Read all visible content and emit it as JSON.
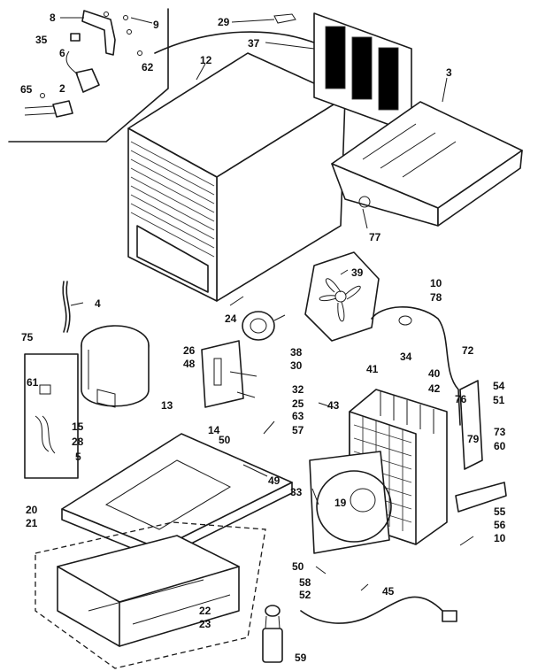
{
  "labels": [
    {
      "id": "L8",
      "text": "8"
    },
    {
      "id": "L9",
      "text": "9"
    },
    {
      "id": "L35",
      "text": "35"
    },
    {
      "id": "L6",
      "text": "6"
    },
    {
      "id": "L62",
      "text": "62"
    },
    {
      "id": "L2",
      "text": "2"
    },
    {
      "id": "L65",
      "text": "65"
    },
    {
      "id": "L29",
      "text": "29"
    },
    {
      "id": "L37",
      "text": "37"
    },
    {
      "id": "L12",
      "text": "12"
    },
    {
      "id": "L3",
      "text": "3"
    },
    {
      "id": "L77",
      "text": "77"
    },
    {
      "id": "L4",
      "text": "4"
    },
    {
      "id": "L75",
      "text": "75"
    },
    {
      "id": "L61",
      "text": "61"
    },
    {
      "id": "L15",
      "text": "15"
    },
    {
      "id": "L28",
      "text": "28"
    },
    {
      "id": "L5",
      "text": "5"
    },
    {
      "id": "L20",
      "text": "20"
    },
    {
      "id": "L21",
      "text": "21"
    },
    {
      "id": "L24",
      "text": "24"
    },
    {
      "id": "L26",
      "text": "26"
    },
    {
      "id": "L48",
      "text": "48"
    },
    {
      "id": "L13",
      "text": "13"
    },
    {
      "id": "L14",
      "text": "14"
    },
    {
      "id": "L50a",
      "text": "50"
    },
    {
      "id": "L49",
      "text": "49"
    },
    {
      "id": "L38",
      "text": "38"
    },
    {
      "id": "L30",
      "text": "30"
    },
    {
      "id": "L39",
      "text": "39"
    },
    {
      "id": "L32",
      "text": "32"
    },
    {
      "id": "L25",
      "text": "25"
    },
    {
      "id": "L63",
      "text": "63"
    },
    {
      "id": "L57",
      "text": "57"
    },
    {
      "id": "L10a",
      "text": "10"
    },
    {
      "id": "L78",
      "text": "78"
    },
    {
      "id": "L34",
      "text": "34"
    },
    {
      "id": "L41",
      "text": "41"
    },
    {
      "id": "L40",
      "text": "40"
    },
    {
      "id": "L42",
      "text": "42"
    },
    {
      "id": "L43",
      "text": "43"
    },
    {
      "id": "L72",
      "text": "72"
    },
    {
      "id": "L54",
      "text": "54"
    },
    {
      "id": "L51",
      "text": "51"
    },
    {
      "id": "L76",
      "text": "76"
    },
    {
      "id": "L79",
      "text": "79"
    },
    {
      "id": "L73",
      "text": "73"
    },
    {
      "id": "L60",
      "text": "60"
    },
    {
      "id": "L19",
      "text": "19"
    },
    {
      "id": "L33",
      "text": "33"
    },
    {
      "id": "L55",
      "text": "55"
    },
    {
      "id": "L56",
      "text": "56"
    },
    {
      "id": "L10b",
      "text": "10"
    },
    {
      "id": "L50b",
      "text": "50"
    },
    {
      "id": "L58",
      "text": "58"
    },
    {
      "id": "L52",
      "text": "52"
    },
    {
      "id": "L45",
      "text": "45"
    },
    {
      "id": "L22",
      "text": "22"
    },
    {
      "id": "L23",
      "text": "23"
    },
    {
      "id": "L59",
      "text": "59"
    }
  ]
}
